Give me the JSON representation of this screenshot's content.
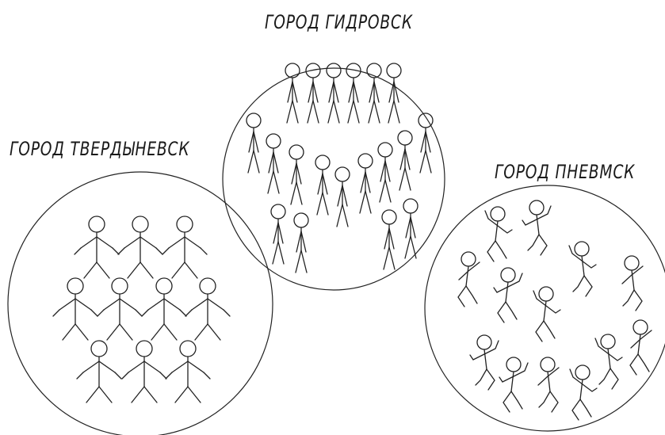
{
  "cities": [
    {
      "id": "hydro",
      "name": "ГОРОД ГИДРОВСК"
    },
    {
      "id": "solid",
      "name": "ГОРОД ТВЕРДЫНЕВСК"
    },
    {
      "id": "pneu",
      "name": "ГОРОД ПНЕВМСК"
    }
  ],
  "colors": {
    "line": "#222222",
    "background": "#ffffff"
  }
}
